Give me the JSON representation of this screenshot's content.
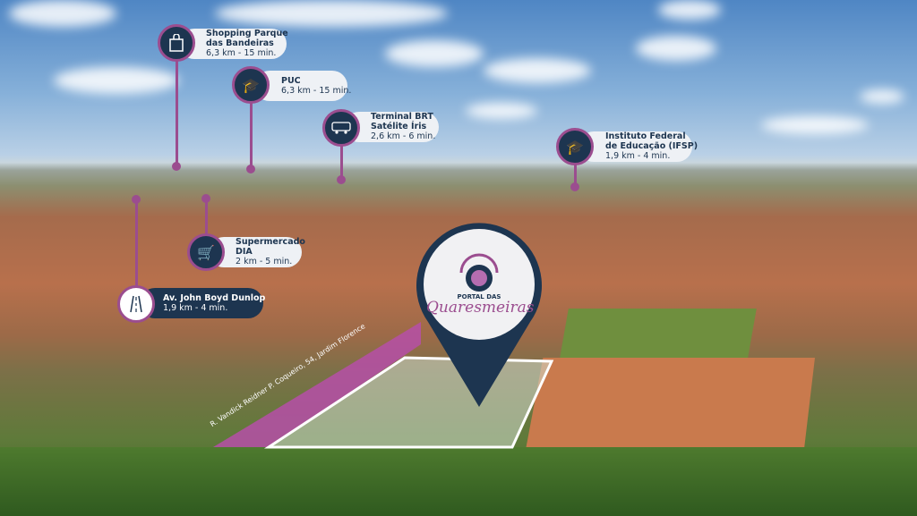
{
  "pois": [
    {
      "title_lines": [
        "Shopping Parque",
        "das Bandeiras"
      ],
      "distance": "6,3 km - 15 min.",
      "icon": "shopping-bag-icon"
    },
    {
      "title_lines": [
        "PUC"
      ],
      "distance": "6,3 km - 15 min.",
      "icon": "graduation-cap-icon"
    },
    {
      "title_lines": [
        "Terminal BRT",
        "Satélite Íris"
      ],
      "distance": "2,6 km - 6 min.",
      "icon": "bus-icon"
    },
    {
      "title_lines": [
        "Instituto Federal",
        "de Educação (IFSP)"
      ],
      "distance": "1,9 km - 4 min.",
      "icon": "graduation-cap-icon"
    },
    {
      "title_lines": [
        "Supermercado",
        "DIA"
      ],
      "distance": "2 km - 5 min.",
      "icon": "shopping-cart-icon"
    },
    {
      "title_lines": [
        "Av. John Boyd Dunlop"
      ],
      "distance": "1,9 km - 4 min.",
      "icon": "road-icon"
    }
  ],
  "project": {
    "logo_line1": "PORTAL DAS",
    "logo_line2": "Quaresmeiras"
  },
  "street_label": "R. Vandick Reidner P. Coqueiro, 54, Jardim Florence",
  "colors": {
    "navy": "#1d3550",
    "purple": "#9b4d8f",
    "street_band": "#b64fa8"
  }
}
